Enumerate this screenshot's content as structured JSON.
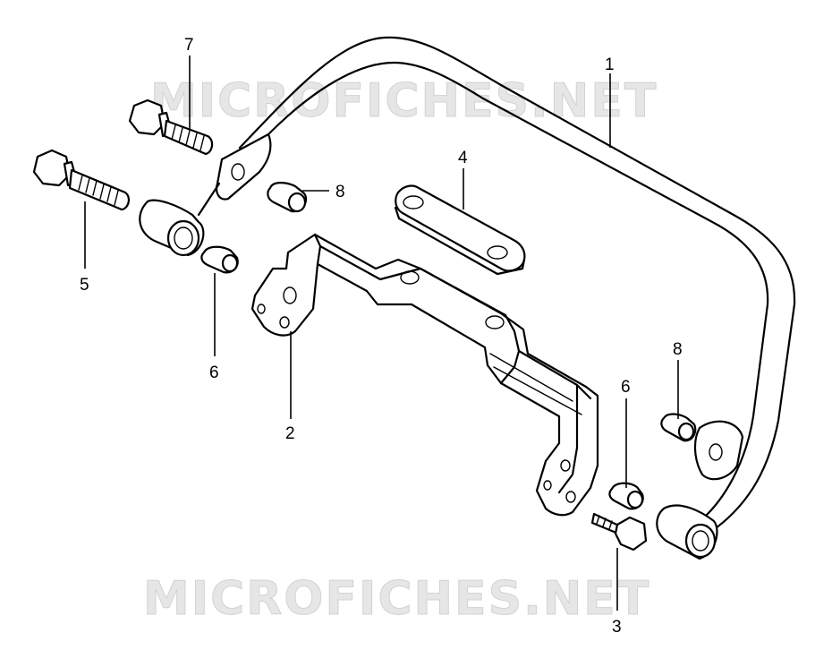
{
  "watermarks": [
    "MICROFICHES.NET",
    "MICROFICHES.NET"
  ],
  "callouts": {
    "p1": "1",
    "p2": "2",
    "p3": "3",
    "p4": "4",
    "p5": "5",
    "p6a": "6",
    "p6b": "6",
    "p7": "7",
    "p8a": "8",
    "p8b": "8"
  },
  "parts": [
    {
      "number": "1",
      "item": "guard-bar"
    },
    {
      "number": "2",
      "item": "bracket"
    },
    {
      "number": "3",
      "item": "bolt-short"
    },
    {
      "number": "4",
      "item": "plate"
    },
    {
      "number": "5",
      "item": "bolt-long"
    },
    {
      "number": "6",
      "item": "collar"
    },
    {
      "number": "7",
      "item": "bolt-medium"
    },
    {
      "number": "8",
      "item": "cushion"
    }
  ]
}
